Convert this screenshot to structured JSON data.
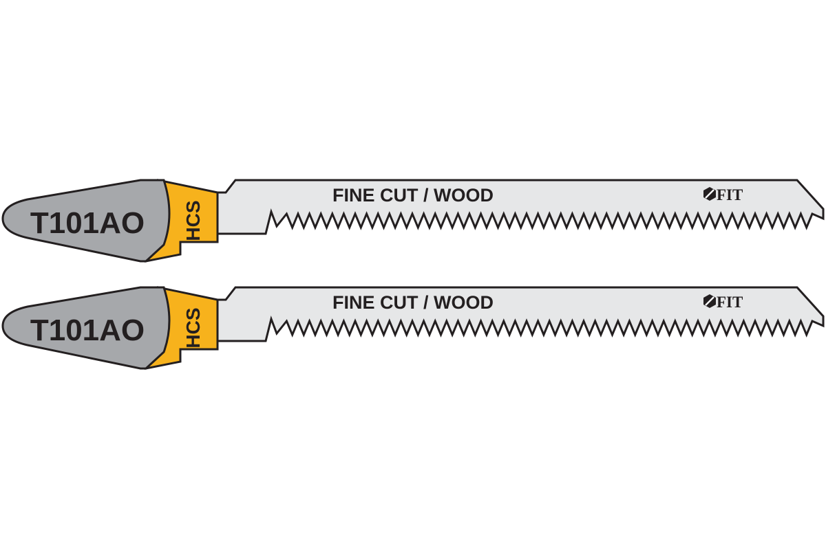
{
  "colors": {
    "background": "#ffffff",
    "shank": "#a6a8ab",
    "band": "#f7b21c",
    "blade": "#e6e7e8",
    "outline": "#231f20"
  },
  "blades": [
    {
      "code": "T101AO",
      "material": "HCS",
      "label": "FINE CUT / WOOD",
      "brand": "FIT",
      "brand_icon": "fit-hexagon-logo-icon"
    },
    {
      "code": "T101AO",
      "material": "HCS",
      "label": "FINE CUT / WOOD",
      "brand": "FIT",
      "brand_icon": "fit-hexagon-logo-icon"
    }
  ]
}
